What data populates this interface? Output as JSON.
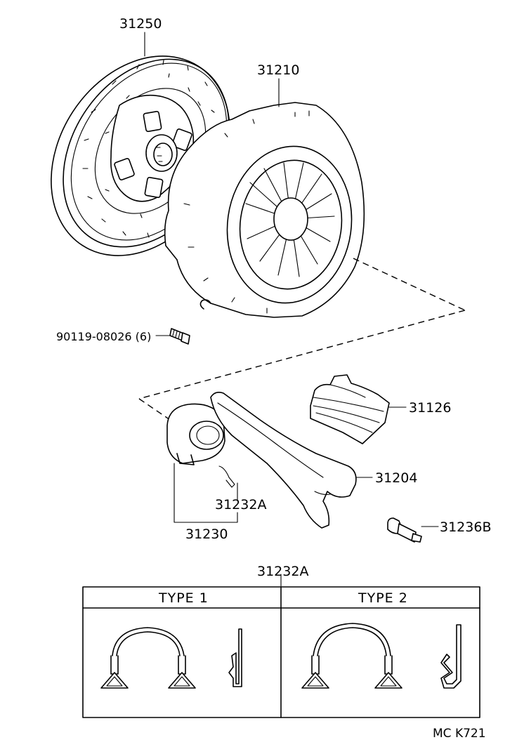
{
  "labels": {
    "clutch_disc": "31250",
    "clutch_cover": "31210",
    "bolt": "90119-08026 (6)",
    "boot": "31126",
    "release_fork": "31204",
    "hub_clip": "31232A",
    "release_bearing": "31230",
    "fork_support": "31236B",
    "clip_table_title": "31232A"
  },
  "table": {
    "type1": "TYPE  1",
    "type2": "TYPE  2"
  },
  "footer": {
    "code": "MC  K721"
  }
}
